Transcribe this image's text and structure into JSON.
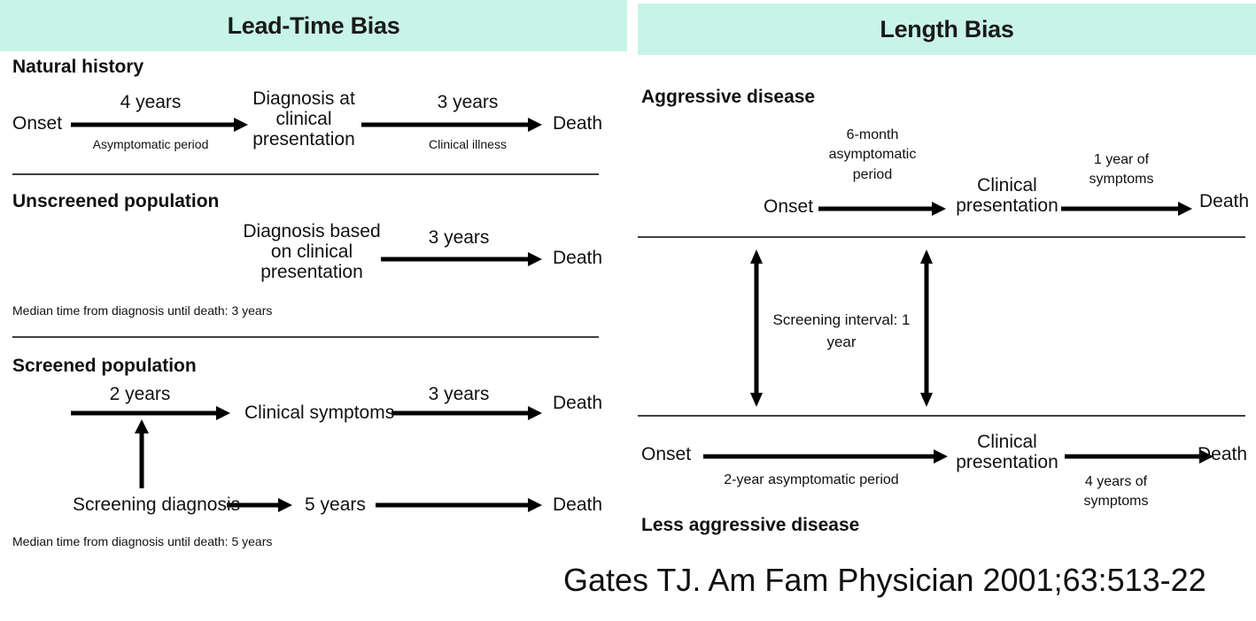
{
  "lead_time": {
    "header": "Lead-Time Bias",
    "natural": {
      "title": "Natural history",
      "onset": "Onset",
      "years1": "4 years",
      "asym": "Asymptomatic period",
      "diag": "Diagnosis at clinical presentation",
      "years2": "3 years",
      "clin": "Clinical illness",
      "death": "Death"
    },
    "unscreened": {
      "title": "Unscreened population",
      "diag": "Diagnosis based on clinical presentation",
      "years": "3 years",
      "death": "Death",
      "median": "Median time from diagnosis until death: 3 years"
    },
    "screened": {
      "title": "Screened population",
      "years1": "2 years",
      "symptoms": "Clinical symptoms",
      "years2": "3 years",
      "death1": "Death",
      "screen_diag": "Screening diagnosis",
      "years3": "5 years",
      "death2": "Death",
      "median": "Median time from diagnosis until death: 5 years"
    }
  },
  "length_bias": {
    "header": "Length Bias",
    "aggressive": {
      "title": "Aggressive disease",
      "period": "6-month asymptomatic period",
      "onset": "Onset",
      "clinical": "Clinical presentation",
      "symptoms": "1 year of symptoms",
      "death": "Death"
    },
    "interval": "Screening interval: 1 year",
    "less": {
      "onset": "Onset",
      "period": "2-year asymptomatic period",
      "clinical": "Clinical presentation",
      "symptoms": "4 years of symptoms",
      "death": "Death",
      "title": "Less aggressive disease"
    }
  },
  "citation": "Gates TJ. Am Fam Physician 2001;63:513-22"
}
